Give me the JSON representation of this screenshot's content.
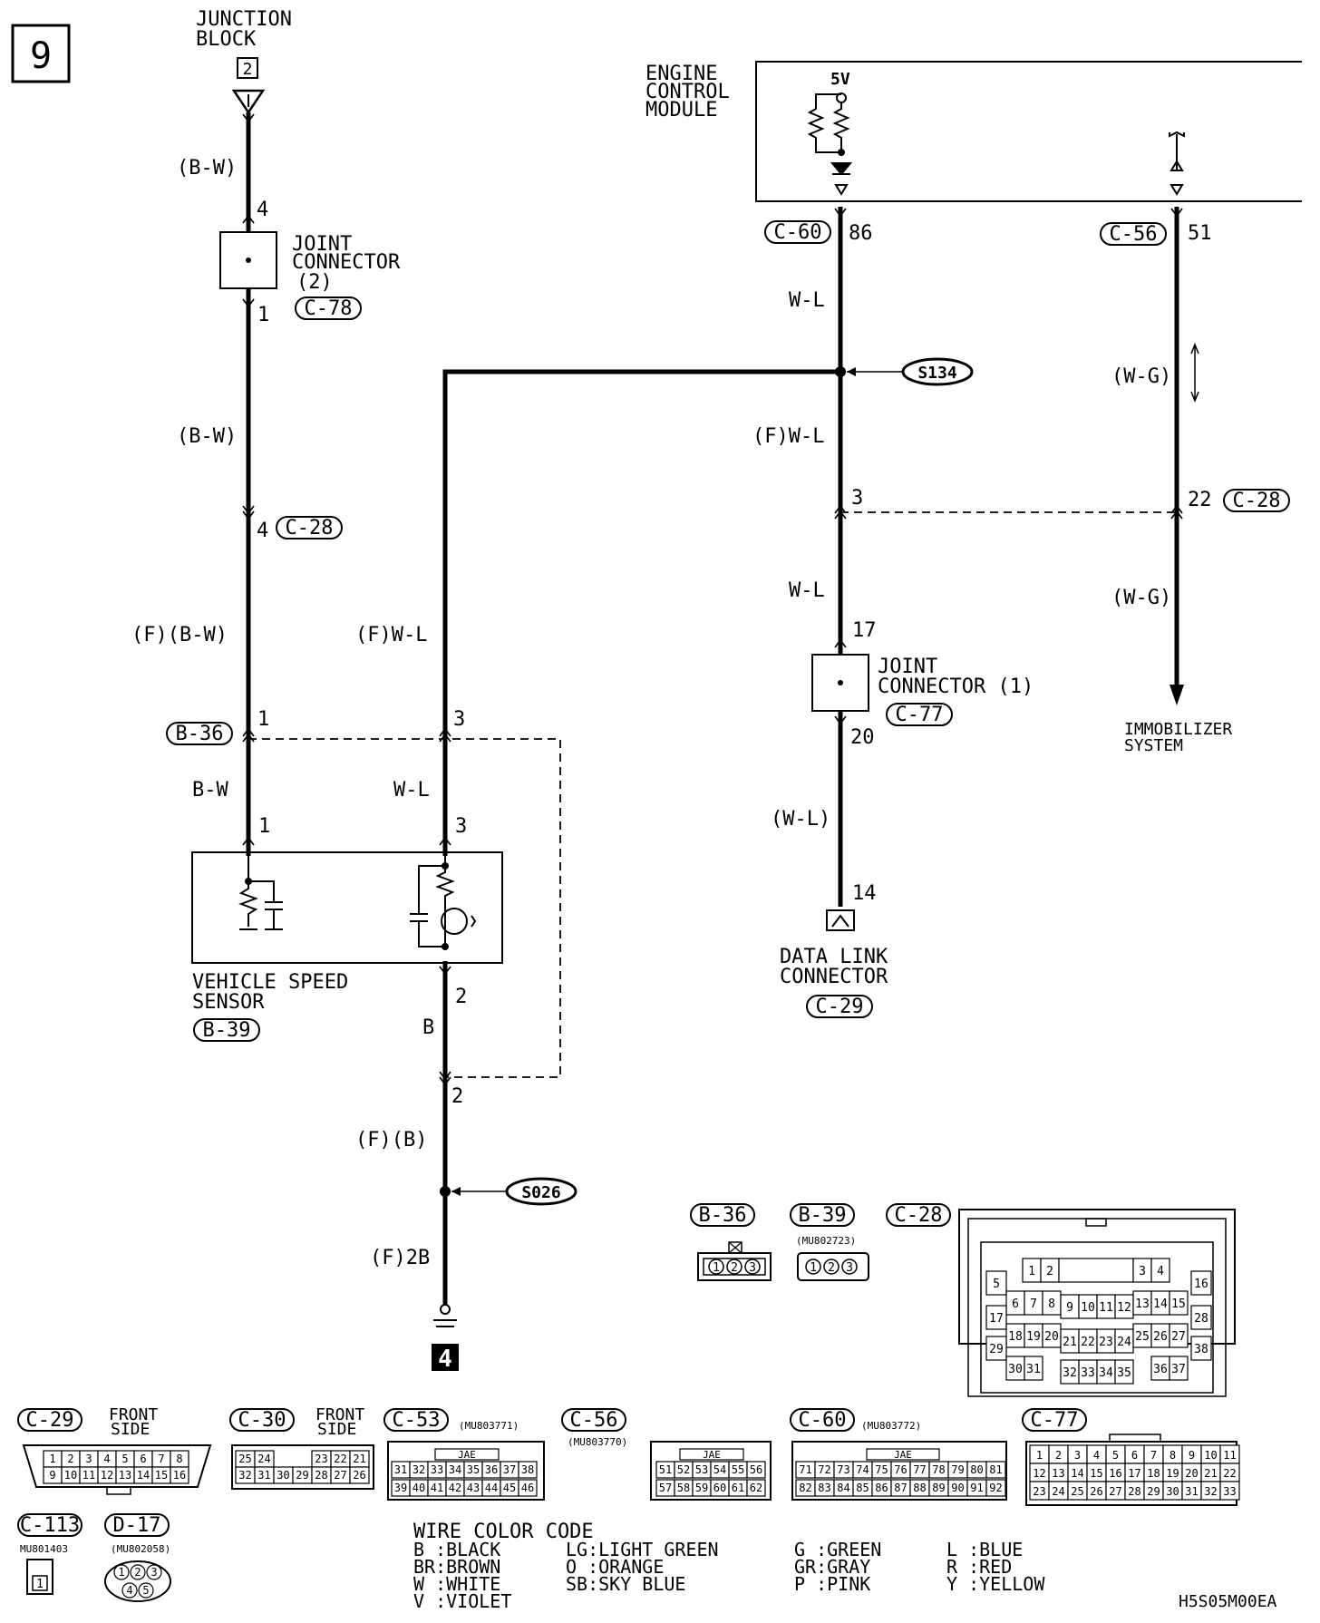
{
  "page_number": "9",
  "drawing_code": "H5S05M00EA",
  "ground_ref": "4",
  "junction_block": {
    "title_line1": "JUNCTION",
    "title_line2": "BLOCK",
    "number": "2"
  },
  "ecm": {
    "title_line1": "ENGINE",
    "title_line2": "CONTROL",
    "title_line3": "MODULE",
    "voltage": "5V"
  },
  "joint_connector_2": {
    "line1": "JOINT",
    "line2": "CONNECTOR",
    "line3": "(2)",
    "connector": "C-78",
    "pin_top": "4",
    "pin_bottom": "1"
  },
  "joint_connector_1": {
    "line1": "JOINT",
    "line2": "CONNECTOR (1)",
    "connector": "C-77",
    "pin_top": "17",
    "pin_bottom": "20"
  },
  "vss": {
    "line1": "VEHICLE SPEED",
    "line2": "SENSOR",
    "connector": "B-39",
    "pin1": "1",
    "pin3": "3",
    "pin2": "2"
  },
  "dlc": {
    "line1": "DATA LINK",
    "line2": "CONNECTOR",
    "connector": "C-29",
    "pin": "14"
  },
  "immobilizer": {
    "line1": "IMMOBILIZER",
    "line2": "SYSTEM"
  },
  "splices": {
    "s134": "S134",
    "s026": "S026"
  },
  "wires": {
    "bw_top": "(B-W)",
    "bw_mid": "(B-W)",
    "f_bw": "(F)(B-W)",
    "bw": "B-W",
    "wl_ecm": "W-L",
    "f_wl_right": "(F)W-L",
    "wl_mid": "W-L",
    "wl_dlc": "(W-L)",
    "f_wl_left": "(F)W-L",
    "wl_vss": "W-L",
    "b": "B",
    "f_b": "(F)(B)",
    "f_2b": "(F)2B",
    "wg_top": "(W-G)",
    "wg_bottom": "(W-G)"
  },
  "pins": {
    "c60": "C-60",
    "c60_pin": "86",
    "c56": "C-56",
    "c56_pin": "51",
    "c28_left": "C-28",
    "c28_left_pin": "4",
    "c28_right": "C-28",
    "c28_right_pin": "22",
    "c28_mid_pin": "3",
    "b36": "B-36",
    "b36_pin1": "1",
    "b36_pin3": "3",
    "b39_pin2": "2"
  },
  "connector_views": {
    "b36": {
      "label": "B-36",
      "pins": [
        "1",
        "2",
        "3"
      ]
    },
    "b39": {
      "label": "B-39",
      "part": "(MU802723)",
      "pins": [
        "1",
        "2",
        "3"
      ]
    },
    "c28": {
      "label": "C-28"
    },
    "c29": {
      "label": "C-29",
      "note_line1": "FRONT",
      "note_line2": "SIDE",
      "row1": [
        "1",
        "2",
        "3",
        "4",
        "5",
        "6",
        "7",
        "8"
      ],
      "row2": [
        "9",
        "10",
        "11",
        "12",
        "13",
        "14",
        "15",
        "16"
      ]
    },
    "c30": {
      "label": "C-30",
      "note_line1": "FRONT",
      "note_line2": "SIDE",
      "row1": [
        "25",
        "24",
        "",
        "",
        "23",
        "22",
        "21"
      ],
      "row2": [
        "32",
        "31",
        "30",
        "29",
        "28",
        "27",
        "26"
      ]
    },
    "c53": {
      "label": "C-53",
      "part": "(MU803771)",
      "maker": "JAE",
      "row1": [
        "31",
        "32",
        "33",
        "34",
        "35",
        "36",
        "37",
        "38"
      ],
      "row2": [
        "39",
        "40",
        "41",
        "42",
        "43",
        "44",
        "45",
        "46"
      ]
    },
    "c56": {
      "label": "C-56",
      "part": "(MU803770)",
      "maker": "JAE",
      "row1": [
        "51",
        "52",
        "53",
        "54",
        "55",
        "56"
      ],
      "row2": [
        "57",
        "58",
        "59",
        "60",
        "61",
        "62"
      ]
    },
    "c60": {
      "label": "C-60",
      "part": "(MU803772)",
      "maker": "JAE",
      "row1": [
        "71",
        "72",
        "73",
        "74",
        "75",
        "76",
        "77",
        "78",
        "79",
        "80",
        "81"
      ],
      "row2": [
        "82",
        "83",
        "84",
        "85",
        "86",
        "87",
        "88",
        "89",
        "90",
        "91",
        "92"
      ]
    },
    "c77": {
      "label": "C-77",
      "row1": [
        "1",
        "2",
        "3",
        "4",
        "5",
        "6",
        "7",
        "8",
        "9",
        "10",
        "11"
      ],
      "row2": [
        "12",
        "13",
        "14",
        "15",
        "16",
        "17",
        "18",
        "19",
        "20",
        "21",
        "22"
      ],
      "row3": [
        "23",
        "24",
        "25",
        "26",
        "27",
        "28",
        "29",
        "30",
        "31",
        "32",
        "33"
      ]
    },
    "c113": {
      "label": "C-113",
      "part": "MU801403",
      "pins": [
        "1"
      ]
    },
    "d17": {
      "label": "D-17",
      "part": "(MU802058)",
      "row1": [
        "1",
        "2",
        "3"
      ],
      "row2": [
        "4",
        "5"
      ]
    }
  },
  "wire_color_code": {
    "title": "WIRE COLOR CODE",
    "col1": [
      "B :BLACK",
      "BR:BROWN",
      "W :WHITE",
      "V :VIOLET"
    ],
    "col2": [
      "LG:LIGHT GREEN",
      "O :ORANGE",
      "SB:SKY BLUE"
    ],
    "col3": [
      "G :GREEN",
      "GR:GRAY",
      "P :PINK"
    ],
    "col4": [
      "L :BLUE",
      "R :RED",
      "Y :YELLOW"
    ]
  }
}
